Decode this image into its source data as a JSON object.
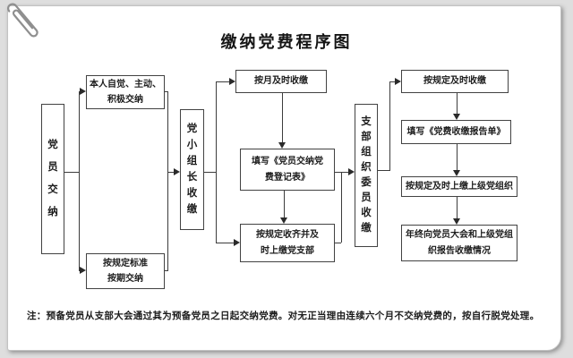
{
  "page": {
    "title": "缴纳党费程序图",
    "note": "注：预备党员从支部大会通过其为预备党员之日起交纳党费。对无正当理由连续六个月不交纳党费的，按自行脱党处理。"
  },
  "colors": {
    "line": "#3c3c3c",
    "card_bg": "#ffffff",
    "page_bg": "#dedede",
    "text": "#1c1c1c"
  },
  "flowchart": {
    "nodes": [
      {
        "id": "n0",
        "orientation": "vertical",
        "text": "党员交纳"
      },
      {
        "id": "n1",
        "orientation": "horizontal",
        "text": "本人自觉、主动、\n积极交纳"
      },
      {
        "id": "n2",
        "orientation": "horizontal",
        "text": "按规定标准\n按期交纳"
      },
      {
        "id": "n3",
        "orientation": "vertical",
        "text": "党小组长收缴"
      },
      {
        "id": "n4",
        "orientation": "horizontal",
        "text": "按月及时收缴"
      },
      {
        "id": "n5",
        "orientation": "horizontal",
        "text": "填写《党员交纳党\n费登记表》"
      },
      {
        "id": "n6",
        "orientation": "horizontal",
        "text": "按规定收齐并及\n时上缴党支部"
      },
      {
        "id": "n7",
        "orientation": "vertical",
        "text": "支部组织委员收缴"
      },
      {
        "id": "n8",
        "orientation": "horizontal",
        "text": "按规定及时收缴"
      },
      {
        "id": "n9",
        "orientation": "horizontal",
        "text": "填写《党费收缴报告单》"
      },
      {
        "id": "n10",
        "orientation": "horizontal",
        "text": "按规定及时上缴上级党组织"
      },
      {
        "id": "n11",
        "orientation": "horizontal",
        "text": "年终向党员大会和上级党组\n织报告收缴情况"
      }
    ],
    "edges": [
      {
        "from": "n0",
        "to": "n1"
      },
      {
        "from": "n0",
        "to": "n2"
      },
      {
        "from": "n1",
        "to": "n3"
      },
      {
        "from": "n2",
        "to": "n3"
      },
      {
        "from": "n3",
        "to": "n4"
      },
      {
        "from": "n3",
        "to": "n6"
      },
      {
        "from": "n4",
        "to": "n5"
      },
      {
        "from": "n5",
        "to": "n6"
      },
      {
        "from": "n5",
        "to": "n7"
      },
      {
        "from": "n6",
        "to": "n7"
      },
      {
        "from": "n7",
        "to": "n8"
      },
      {
        "from": "n8",
        "to": "n9"
      },
      {
        "from": "n9",
        "to": "n10"
      },
      {
        "from": "n10",
        "to": "n11"
      }
    ]
  }
}
